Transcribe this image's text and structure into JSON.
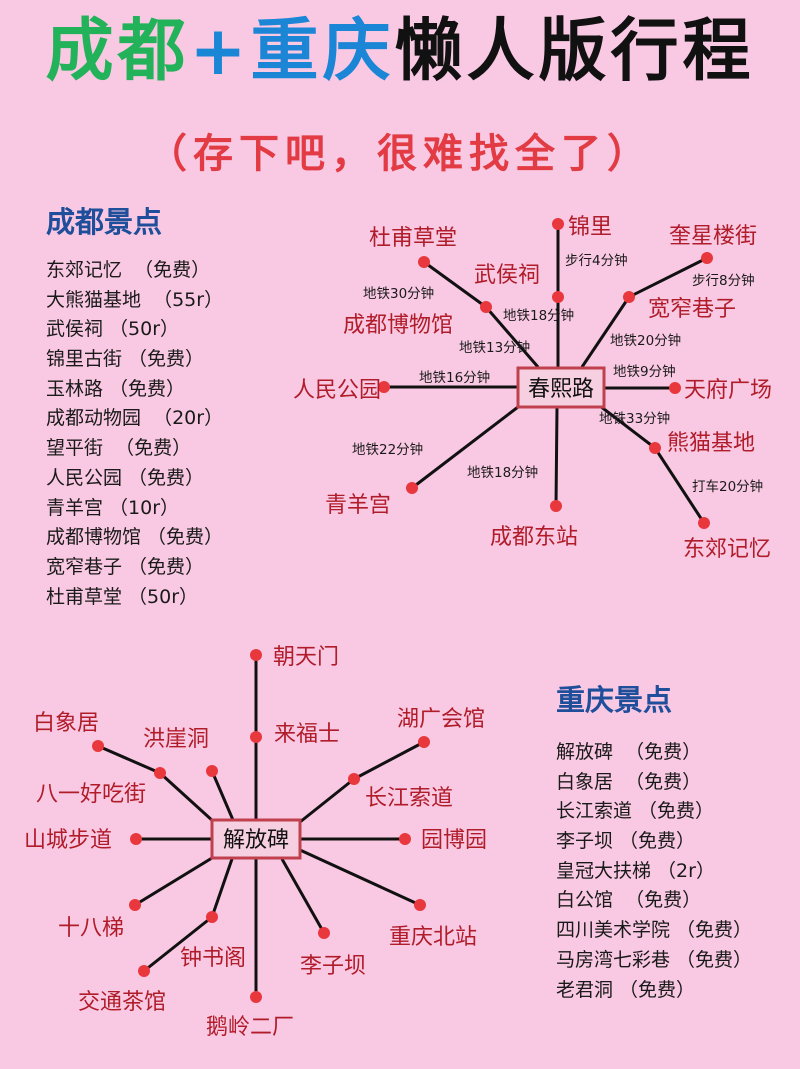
{
  "header": {
    "title_chengdu": "成都",
    "title_plus": "+",
    "title_chongqing": "重庆",
    "title_rest": "懒人版行程",
    "subtitle": "（存下吧，很难找全了）"
  },
  "colors": {
    "background": "#f9c9e3",
    "title_green": "#22b25a",
    "title_blue": "#1c86d6",
    "subtitle_red": "#e23b44",
    "section_heading": "#1f4e9a",
    "node_label": "#b01c2a",
    "node_dot": "#e8383d",
    "hub_border": "#c0404e"
  },
  "chengdu": {
    "heading": "成都景点",
    "attractions": [
      {
        "name": "东郊记忆",
        "price": "（免费）",
        "text": "东郊记忆  （免费）"
      },
      {
        "name": "大熊猫基地",
        "price": "（55r）",
        "text": "大熊猫基地  （55r）"
      },
      {
        "name": "武侯祠",
        "price": "（50r）",
        "text": "武侯祠 （50r）"
      },
      {
        "name": "锦里古街",
        "price": "（免费）",
        "text": "锦里古街 （免费）"
      },
      {
        "name": "玉林路",
        "price": "（免费）",
        "text": "玉林路 （免费）"
      },
      {
        "name": "成都动物园",
        "price": "（20r）",
        "text": "成都动物园  （20r）"
      },
      {
        "name": "望平街",
        "price": "（免费）",
        "text": "望平街  （免费）"
      },
      {
        "name": "人民公园",
        "price": "（免费）",
        "text": "人民公园 （免费）"
      },
      {
        "name": "青羊宫",
        "price": "（10r）",
        "text": "青羊宫 （10r）"
      },
      {
        "name": "成都博物馆",
        "price": "（免费）",
        "text": "成都博物馆 （免费）"
      },
      {
        "name": "宽窄巷子",
        "price": "（免费）",
        "text": "宽窄巷子 （免费）"
      },
      {
        "name": "杜甫草堂",
        "price": "（50r）",
        "text": "杜甫草堂 （50r）"
      }
    ],
    "map": {
      "hub": "春熙路",
      "nodes": {
        "dufu": "杜甫草堂",
        "museum": "成都博物馆",
        "jinli": "锦里",
        "wuhou": "武侯祠",
        "kuixing": "奎星楼街",
        "kuanzhai": "宽窄巷子",
        "renmin": "人民公园",
        "tianfu": "天府广场",
        "panda": "熊猫基地",
        "dongjiao": "东郊记忆",
        "qingyang": "青羊宫",
        "east_station": "成都东站"
      },
      "edges": {
        "dufu_museum": "地铁30分钟",
        "museum_hub": "地铁13分钟",
        "jinli_wuhou": "步行4分钟",
        "wuhou_hub": "地铁18分钟",
        "kuixing_kuanzhai": "步行8分钟",
        "kuanzhai_hub": "地铁20分钟",
        "renmin_hub": "地铁16分钟",
        "tianfu_hub": "地铁9分钟",
        "panda_hub": "地铁33分钟",
        "dongjiao_panda": "打车20分钟",
        "qingyang_hub": "地铁22分钟",
        "east_hub": "地铁18分钟"
      }
    }
  },
  "chongqing": {
    "heading": "重庆景点",
    "attractions": [
      {
        "name": "解放碑",
        "price": "（免费）",
        "text": "解放碑  （免费）"
      },
      {
        "name": "白象居",
        "price": "（免费）",
        "text": "白象居  （免费）"
      },
      {
        "name": "长江索道",
        "price": "（免费）",
        "text": "长江索道 （免费）"
      },
      {
        "name": "李子坝",
        "price": "（免费）",
        "text": "李子坝 （免费）"
      },
      {
        "name": "皇冠大扶梯",
        "price": "（2r）",
        "text": "皇冠大扶梯 （2r）"
      },
      {
        "name": "白公馆",
        "price": "（免费）",
        "text": "白公馆  （免费）"
      },
      {
        "name": "四川美术学院",
        "price": "（免费）",
        "text": "四川美术学院 （免费）"
      },
      {
        "name": "马房湾七彩巷",
        "price": "（免费）",
        "text": "马房湾七彩巷 （免费）"
      },
      {
        "name": "老君洞",
        "price": "（免费）",
        "text": "老君洞 （免费）"
      }
    ],
    "map": {
      "hub": "解放碑",
      "nodes": {
        "chaotianmen": "朝天门",
        "laifushi": "来福士",
        "baixiangju": "白象居",
        "bayi": "八一好吃街",
        "hongyadong": "洪崖洞",
        "huguang": "湖广会馆",
        "cableway": "长江索道",
        "shancheng": "山城步道",
        "yuanboyuan": "园博园",
        "shibati": "十八梯",
        "zhongshuge": "钟书阁",
        "jiaotong": "交通茶馆",
        "eling": "鹅岭二厂",
        "liziba": "李子坝",
        "north_station": "重庆北站"
      }
    }
  }
}
